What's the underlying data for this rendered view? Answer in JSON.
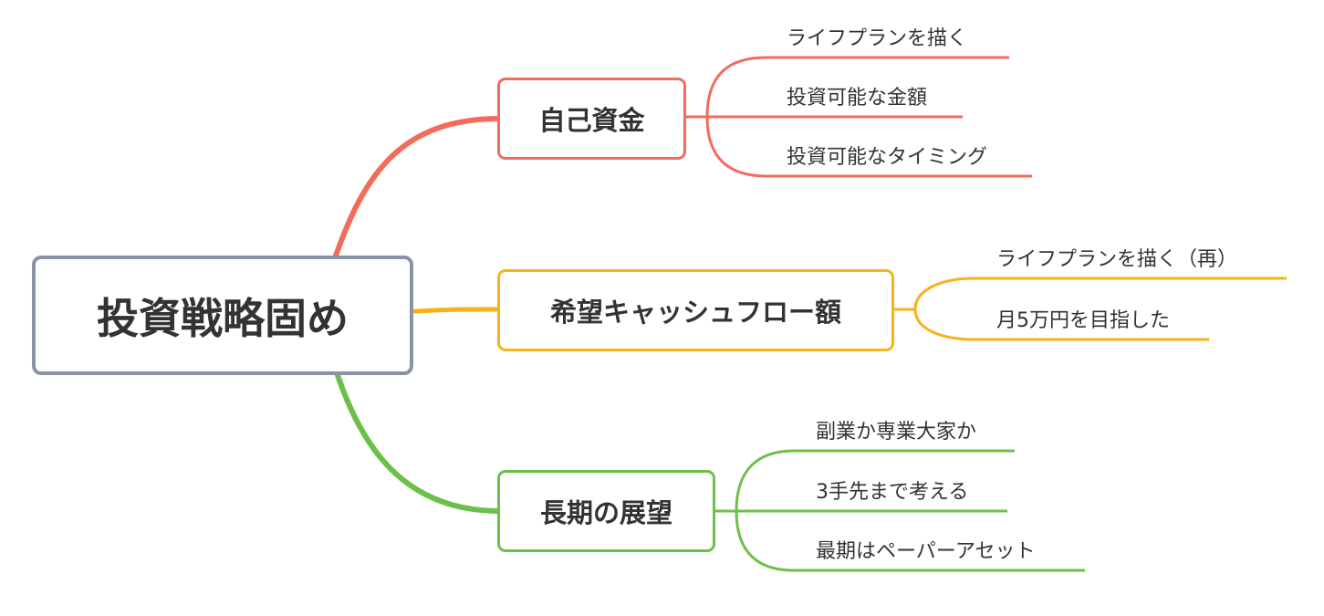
{
  "root": {
    "label": "投資戦略固め",
    "border_color": "#8a93a6"
  },
  "branches": [
    {
      "label": "自己資金",
      "color": "#f26b5b",
      "leaves": [
        "ライフプランを描く",
        "投資可能な金額",
        "投資可能なタイミング"
      ]
    },
    {
      "label": "希望キャッシュフロー額",
      "color": "#f7b21b",
      "leaves": [
        "ライフプランを描く（再）",
        "月5万円を目指した"
      ]
    },
    {
      "label": "長期の展望",
      "color": "#6cc04a",
      "leaves": [
        "副業か専業大家か",
        "3手先まで考える",
        "最期はペーパーアセット"
      ]
    }
  ]
}
